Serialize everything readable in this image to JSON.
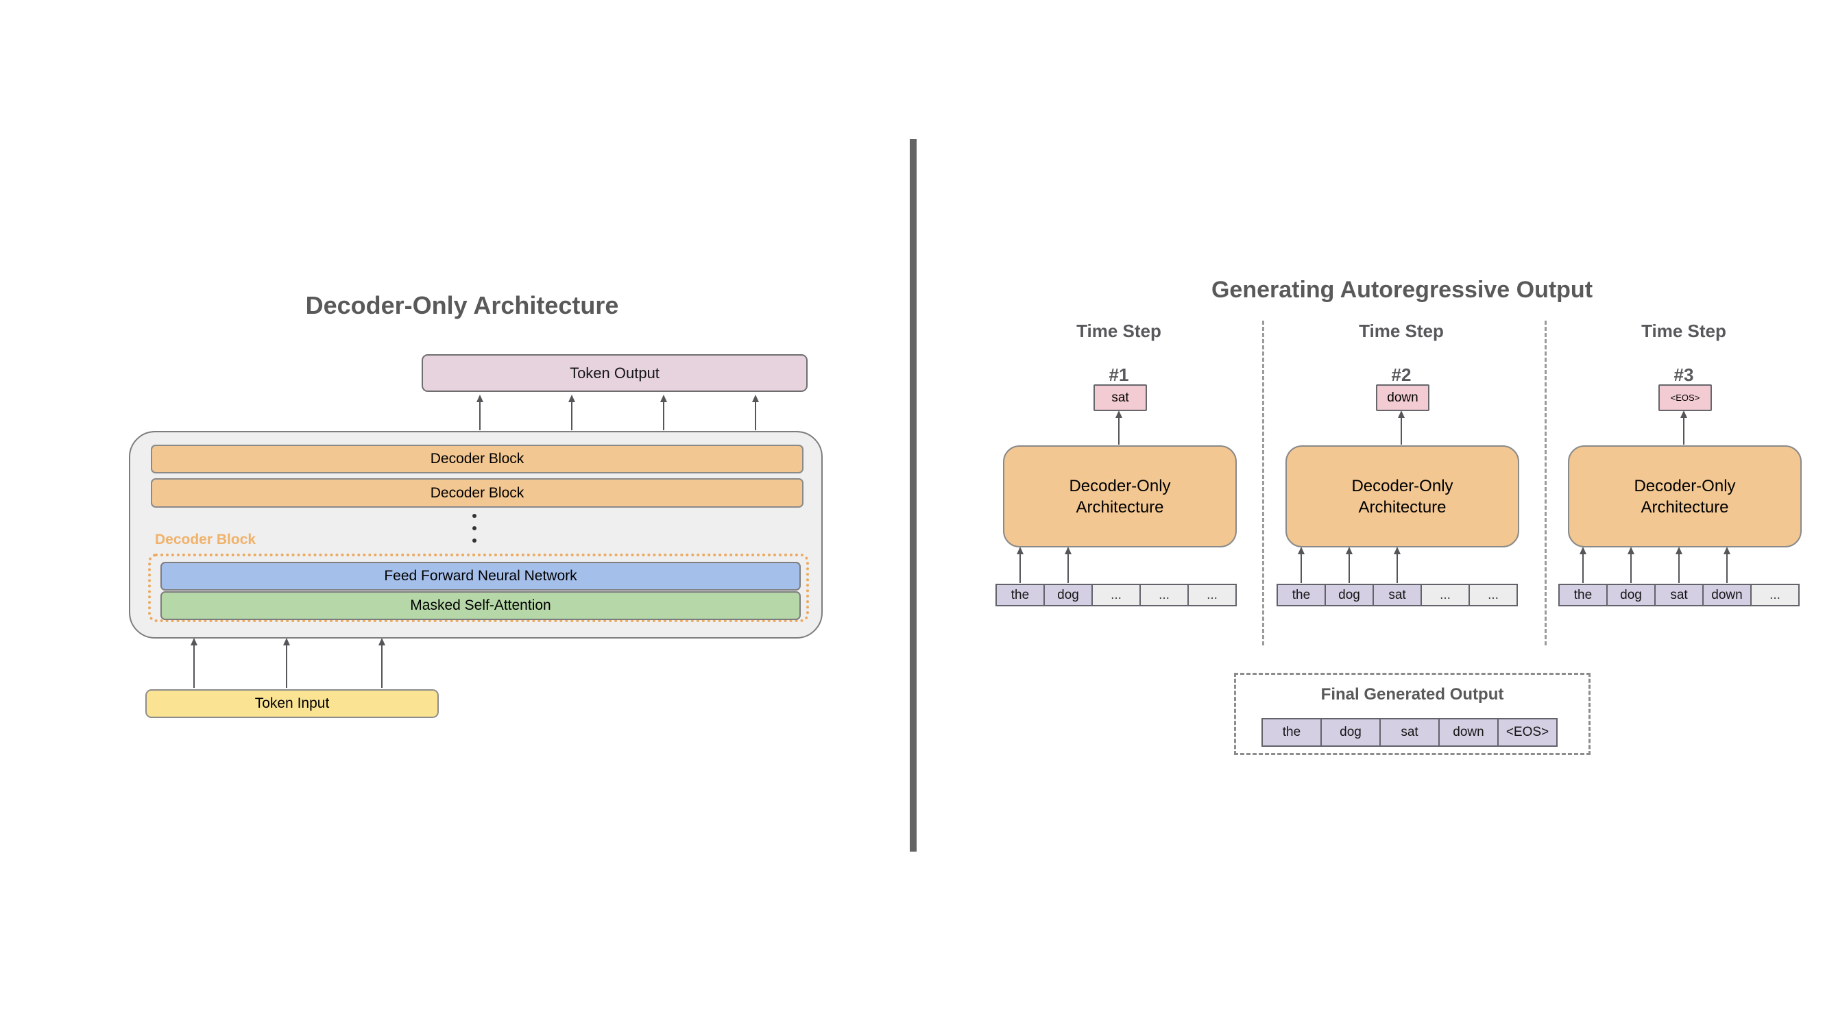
{
  "left": {
    "title": "Decoder-Only Architecture",
    "token_output_label": "Token Output",
    "decoder_block_1": "Decoder Block",
    "decoder_block_2": "Decoder Block",
    "decoder_block_callout": "Decoder Block",
    "ffn_label": "Feed Forward Neural Network",
    "msa_label": "Masked Self-Attention",
    "token_input_label": "Token Input"
  },
  "right": {
    "title": "Generating Autoregressive Output",
    "time_steps": [
      {
        "name": "Time Step",
        "number": "#1",
        "output_token": "sat",
        "model_line1": "Decoder-Only",
        "model_line2": "Architecture",
        "input_tokens": [
          "the",
          "dog",
          "...",
          "...",
          "..."
        ],
        "filled_count": 2
      },
      {
        "name": "Time Step",
        "number": "#2",
        "output_token": "down",
        "model_line1": "Decoder-Only",
        "model_line2": "Architecture",
        "input_tokens": [
          "the",
          "dog",
          "sat",
          "...",
          "..."
        ],
        "filled_count": 3
      },
      {
        "name": "Time Step",
        "number": "#3",
        "output_token": "<EOS>",
        "model_line1": "Decoder-Only",
        "model_line2": "Architecture",
        "input_tokens": [
          "the",
          "dog",
          "sat",
          "down",
          "..."
        ],
        "filled_count": 4
      }
    ],
    "final_output": {
      "title": "Final Generated Output",
      "tokens": [
        "the",
        "dog",
        "sat",
        "down",
        "<EOS>"
      ]
    }
  },
  "colors": {
    "orange_fill": "#f2c792",
    "blue_fill": "#a5bfeb",
    "green_fill": "#b6d7a8",
    "yellow_fill": "#fae494",
    "pink_large_fill": "#e6d3de",
    "pink_small_fill": "#f2ccd2",
    "lavender_fill": "#d5cfe4",
    "gray_cell_fill": "#ededed",
    "container_fill": "#efefef",
    "accent_orange_text": "#f0b26b",
    "heading_gray": "#595959",
    "arrow_gray": "#55555a"
  }
}
